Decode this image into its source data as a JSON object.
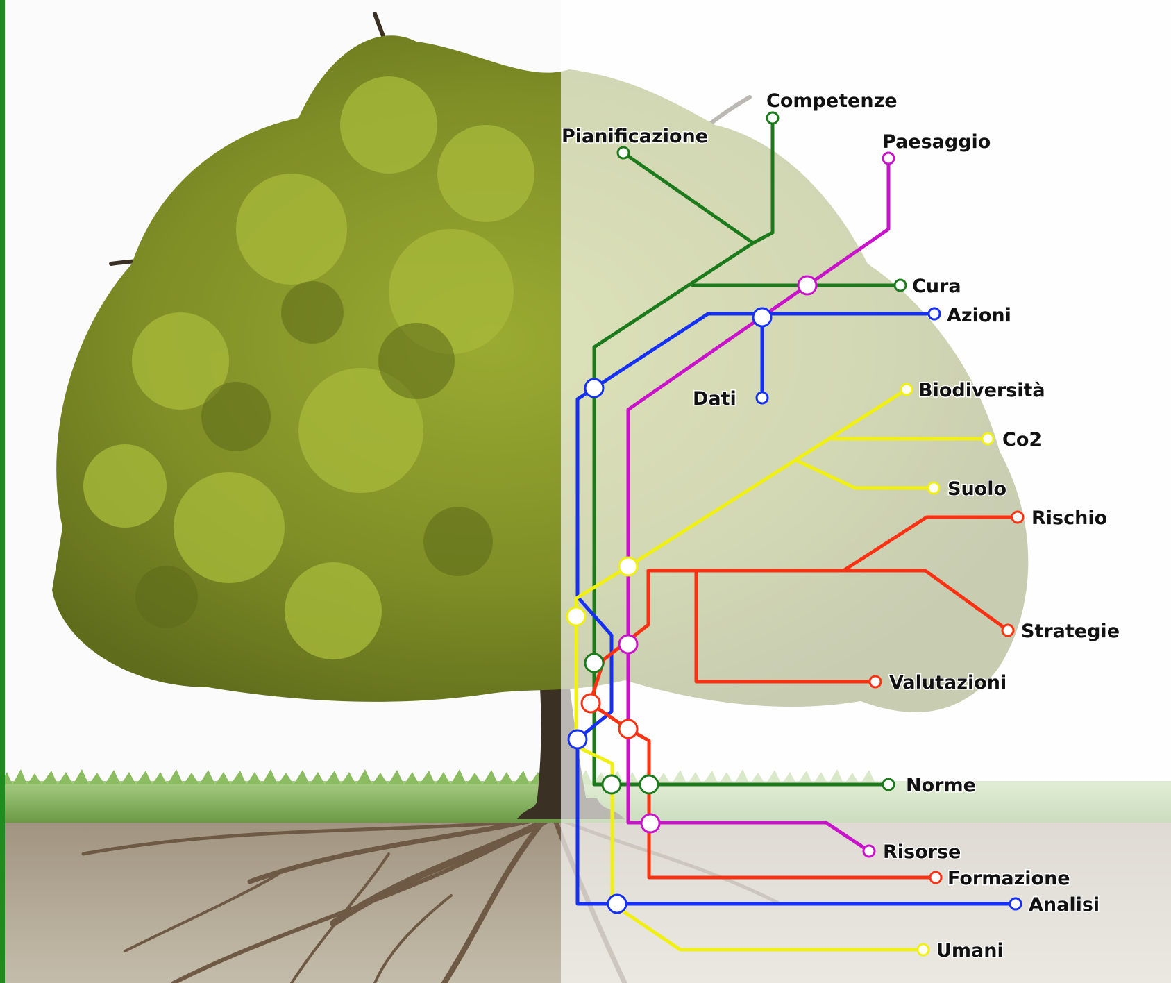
{
  "colors": {
    "frame": "#1e8c1e",
    "green_line": "#1c7a1c",
    "magenta_line": "#c814c8",
    "blue_line": "#1530f0",
    "yellow_line": "#f0f014",
    "red_line": "#fa3214",
    "foliage": "#8a9a2a",
    "grass": "#86b85a",
    "soil": "#b4aa96"
  },
  "stations": {
    "competenze": "Competenze",
    "pianificazione": "Pianificazione",
    "paesaggio": "Paesaggio",
    "cura": "Cura",
    "azioni": "Azioni",
    "dati": "Dati",
    "biodiversita": "Biodiversità",
    "co2": "Co2",
    "suolo": "Suolo",
    "rischio": "Rischio",
    "strategie": "Strategie",
    "valutazioni": "Valutazioni",
    "norme": "Norme",
    "risorse": "Risorse",
    "formazione": "Formazione",
    "analisi": "Analisi",
    "umani": "Umani"
  }
}
